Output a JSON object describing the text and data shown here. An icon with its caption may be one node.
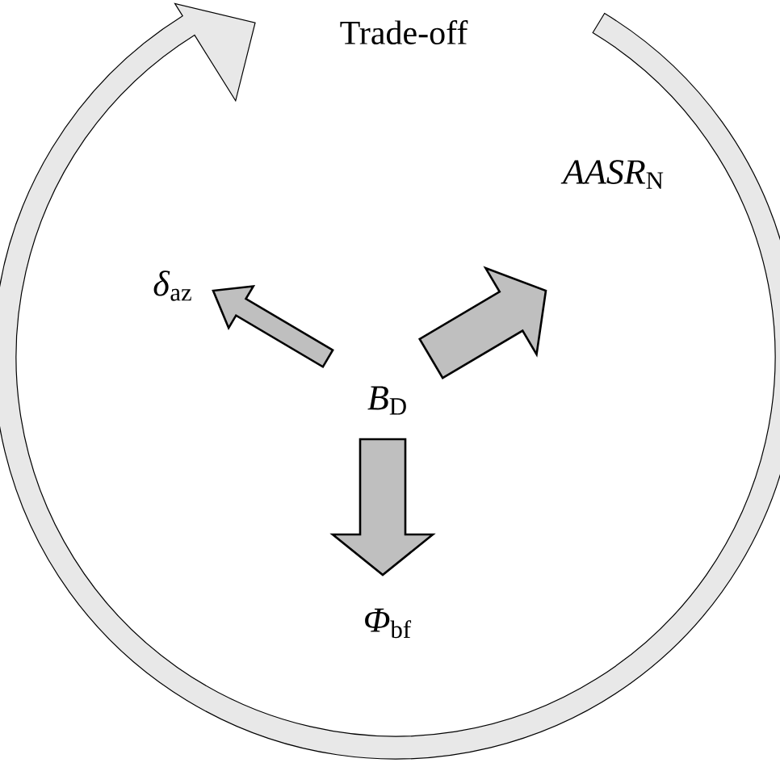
{
  "diagram": {
    "nodes": [
      {
        "text": [
          "*B*$_{D}$"
        ]
      },
      {
        "text": [
          "*δ*$_{az}$"
        ]
      },
      {
        "text": [
          "*AASR*$_{N}$"
        ]
      },
      {
        "text": [
          "*Φ*$_{bf}$"
        ]
      }
    ],
    "edges": [
      {
        "from": 0,
        "to": 1,
        "arrow": "to"
      },
      {
        "from": 0,
        "to": 2,
        "arrow": "to",
        "style": "thick"
      },
      {
        "from": 0,
        "to": 3,
        "arrow": "to",
        "style": "thick"
      }
    ],
    "labels": [
      "Trade-off"
    ]
  }
}
